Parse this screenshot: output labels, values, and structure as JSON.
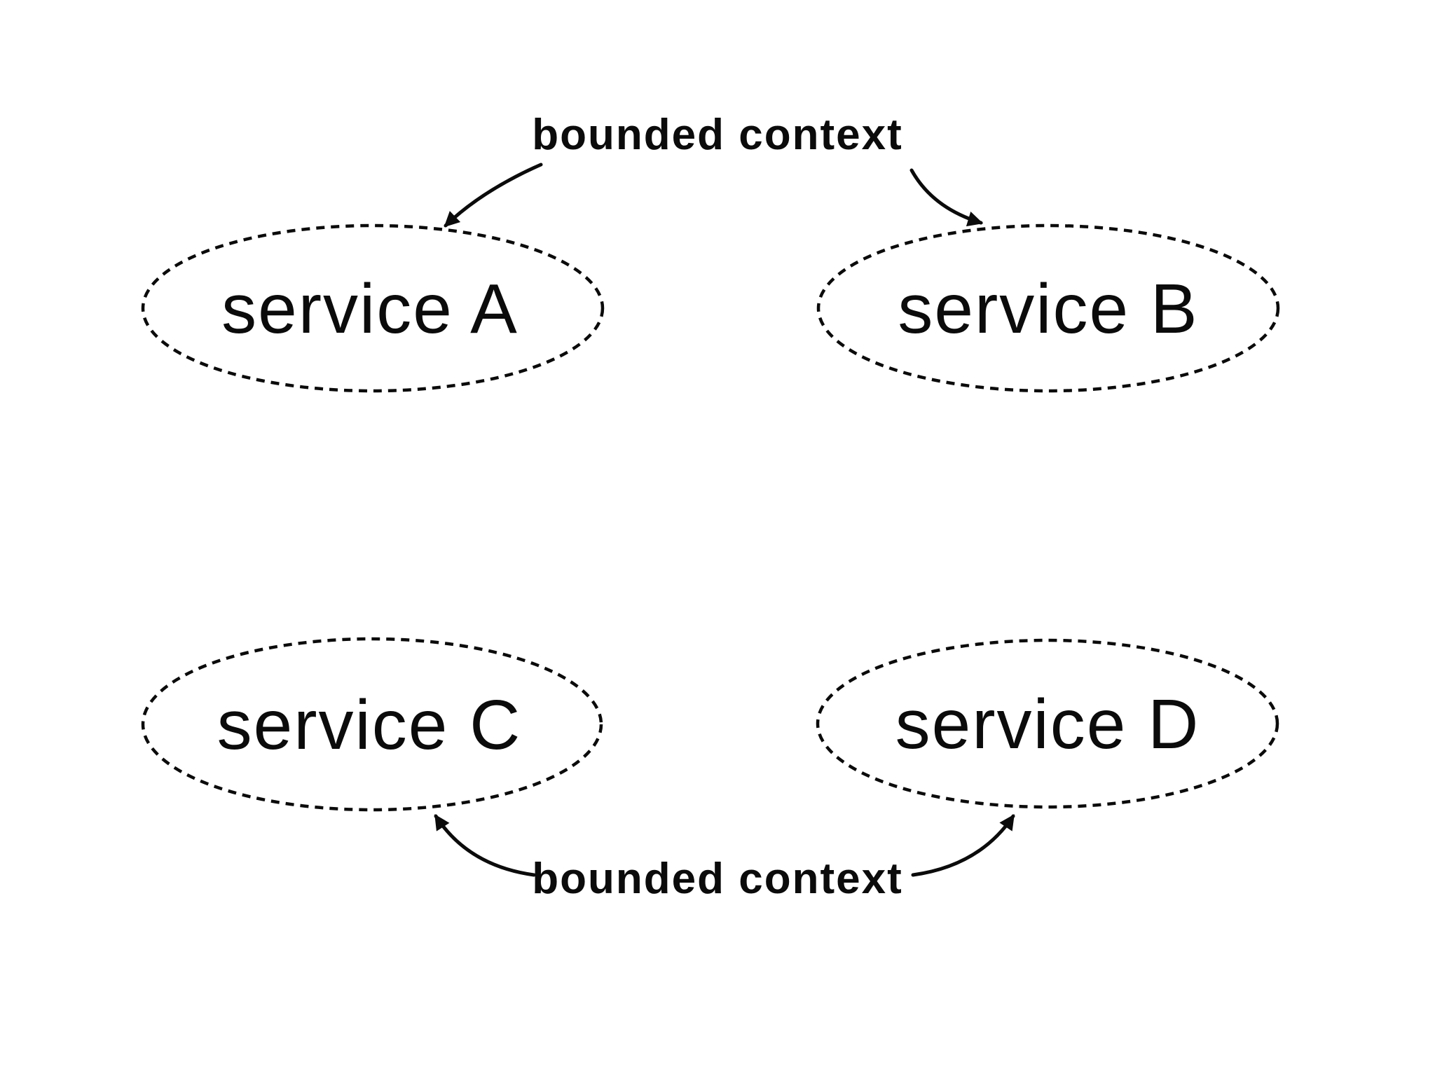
{
  "diagram": {
    "annotations": {
      "top": {
        "label": "bounded context"
      },
      "bottom": {
        "label": "bounded context"
      }
    },
    "services": [
      {
        "label": "service A"
      },
      {
        "label": "service B"
      },
      {
        "label": "service C"
      },
      {
        "label": "service D"
      }
    ],
    "colors": {
      "ink": "#0b0b0b",
      "background": "#ffffff"
    }
  }
}
